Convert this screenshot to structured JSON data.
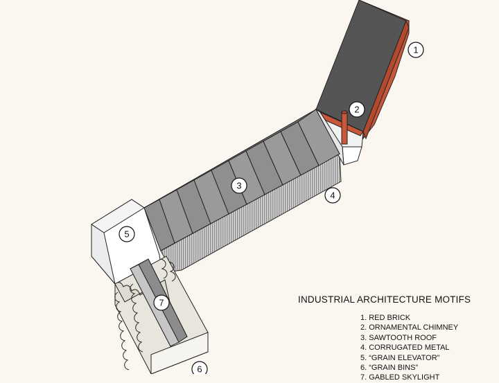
{
  "callouts": [
    "1",
    "2",
    "3",
    "4",
    "5",
    "6",
    "7"
  ],
  "legend": {
    "title": "INDUSTRIAL ARCHITECTURE MOTIFS",
    "items": [
      "1. RED BRICK",
      "2. ORNAMENTAL CHIMNEY",
      "3. SAWTOOTH ROOF",
      "4. CORRUGATED METAL",
      "5. “GRAIN ELEVATOR”",
      "6. “GRAIN BINS”",
      "7. GABLED SKYLIGHT"
    ]
  },
  "colors": {
    "background": "#fcf6f0",
    "red_brick": "#c9573a",
    "dark_roof": "#555555",
    "sawtooth_light": "#9a9a9a",
    "sawtooth_dark": "#6e6e6e",
    "white_volume": "#ffffff",
    "grain_bins": "#e8e6dc"
  }
}
